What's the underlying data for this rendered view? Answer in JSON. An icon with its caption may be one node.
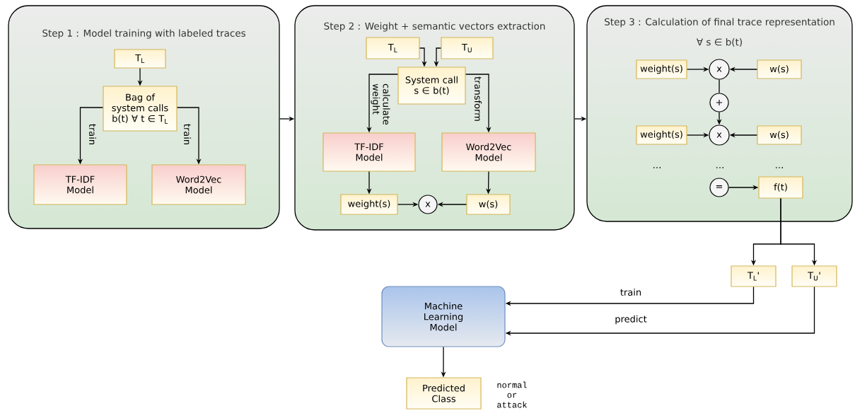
{
  "diagram": {
    "nodes": [
      {
        "text": [
          "Step 1 : Model training with labeled traces"
        ]
      },
      {
        "text": [
          "T$_{L}$"
        ],
        "in": 0
      },
      {
        "text": [
          "Bag of system calls b(t) ∀ t ∈ T$_{L}$"
        ],
        "in": 0
      },
      {
        "text": [
          "TF-IDF Model"
        ],
        "in": 0
      },
      {
        "text": [
          "Word2Vec Model"
        ],
        "in": 0
      },
      {
        "text": [
          "Step 2 : Weight + semantic vectors extraction"
        ]
      },
      {
        "text": [
          "T$_{L}$"
        ],
        "in": 5
      },
      {
        "text": [
          "T$_{U}$"
        ],
        "in": 5
      },
      {
        "text": [
          "System call s ∈ b(t)"
        ],
        "in": 5
      },
      {
        "text": [
          "TF-IDF Model"
        ],
        "in": 5
      },
      {
        "text": [
          "Word2Vec Model"
        ],
        "in": 5
      },
      {
        "text": [
          "weight(s)"
        ],
        "in": 5
      },
      {
        "text": [
          "x"
        ],
        "in": 5
      },
      {
        "text": [
          "w(s)"
        ],
        "in": 5
      },
      {
        "text": [
          "Step 3 : Calculation of final trace representation",
          "∀ s ∈ b(t)"
        ]
      },
      {
        "text": [
          "weight(s)"
        ],
        "in": 14
      },
      {
        "text": [
          "x"
        ],
        "in": 14
      },
      {
        "text": [
          "w(s)"
        ],
        "in": 14
      },
      {
        "text": [
          "+"
        ],
        "in": 14
      },
      {
        "text": [
          "weight(s)"
        ],
        "in": 14
      },
      {
        "text": [
          "x"
        ],
        "in": 14
      },
      {
        "text": [
          "w(s)"
        ],
        "in": 14
      },
      {
        "text": [
          "="
        ],
        "in": 14
      },
      {
        "text": [
          "f(t)"
        ],
        "in": 14
      },
      {
        "text": [
          "T$_{L}$'"
        ]
      },
      {
        "text": [
          "T$_{U}$'"
        ]
      },
      {
        "text": [
          "Machine Learning Model"
        ]
      },
      {
        "text": [
          "Predicted Class"
        ],
        "beside": [
          "normal or attack"
        ]
      }
    ],
    "edges": [
      {
        "from": 0,
        "to": 5,
        "arrow": "to"
      },
      {
        "from": 5,
        "to": 14,
        "arrow": "to"
      },
      {
        "from": 1,
        "to": 2,
        "arrow": "to"
      },
      {
        "from": 2,
        "to": 3,
        "arrow": "to",
        "label": "train"
      },
      {
        "from": 2,
        "to": 4,
        "arrow": "to",
        "label": "train"
      },
      {
        "from": 6,
        "to": 8,
        "arrow": "to"
      },
      {
        "from": 7,
        "to": 8,
        "arrow": "to"
      },
      {
        "from": 8,
        "to": 9,
        "arrow": "to",
        "label": "calculate weight"
      },
      {
        "from": 8,
        "to": 10,
        "arrow": "to",
        "label": "transform"
      },
      {
        "from": 9,
        "to": 11,
        "arrow": "to"
      },
      {
        "from": 10,
        "to": 13,
        "arrow": "to"
      },
      {
        "from": 11,
        "to": 12,
        "arrow": "to"
      },
      {
        "from": 13,
        "to": 12,
        "arrow": "to"
      },
      {
        "from": 15,
        "to": 16,
        "arrow": "to"
      },
      {
        "from": 17,
        "to": 16,
        "arrow": "to"
      },
      {
        "from": 16,
        "to": 18,
        "arrow": "none"
      },
      {
        "from": 18,
        "to": 20,
        "arrow": "to"
      },
      {
        "from": 19,
        "to": 20,
        "arrow": "to"
      },
      {
        "from": 21,
        "to": 20,
        "arrow": "to"
      },
      {
        "from": 22,
        "to": 23,
        "arrow": "to"
      },
      {
        "from": 23,
        "to": 24,
        "arrow": "to"
      },
      {
        "from": 23,
        "to": 25,
        "arrow": "to"
      },
      {
        "from": 24,
        "to": 26,
        "arrow": "to",
        "label": "train"
      },
      {
        "from": 25,
        "to": 26,
        "arrow": "to",
        "label": "predict"
      },
      {
        "from": 26,
        "to": 27,
        "arrow": "to"
      }
    ],
    "labels": [
      "...",
      "...",
      "..."
    ]
  }
}
